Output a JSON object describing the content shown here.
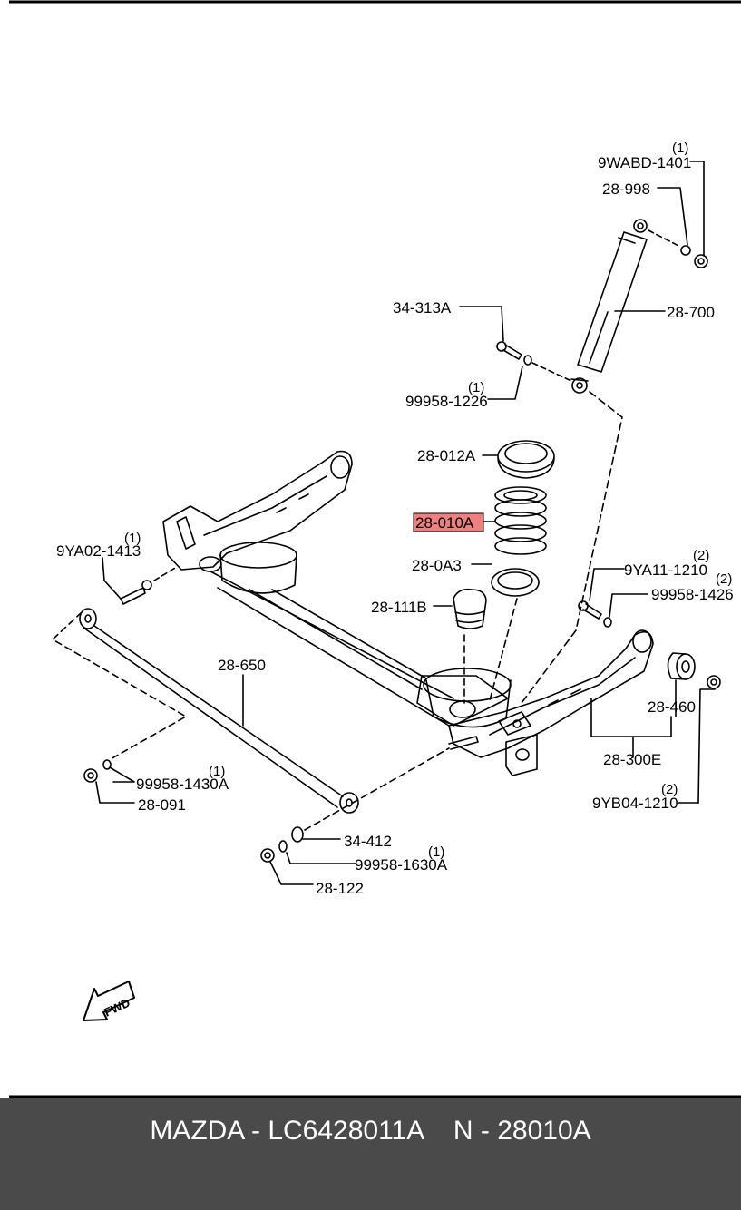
{
  "diagram": {
    "labels": {
      "9wabd_1401": "9WABD-1401",
      "9wabd_1401_qty": "(1)",
      "p28_998": "28-998",
      "p34_313a": "34-313A",
      "p28_700": "28-700",
      "p99958_1226": "99958-1226",
      "p99958_1226_qty": "(1)",
      "p28_012a": "28-012A",
      "p28_010a": "28-010A",
      "p28_0a3": "28-0A3",
      "p28_111b": "28-111B",
      "p9ya02_1413": "9YA02-1413",
      "p9ya02_1413_qty": "(1)",
      "p9ya11_1210": "9YA11-1210",
      "p9ya11_1210_qty": "(2)",
      "p99958_1426": "99958-1426",
      "p99958_1426_qty": "(2)",
      "p28_650": "28-650",
      "p28_460": "28-460",
      "p28_300e": "28-300E",
      "p99958_1430a": "99958-1430A",
      "p99958_1430a_qty": "(1)",
      "p28_091": "28-091",
      "p9yb04_1210": "9YB04-1210",
      "p9yb04_1210_qty": "(2)",
      "p34_412": "34-412",
      "p99958_1630a": "99958-1630A",
      "p99958_1630a_qty": "(1)",
      "p28_122": "28-122",
      "fwd": "FWD"
    },
    "highlight_color": "#f08080"
  },
  "footer": {
    "text": "MAZDA - LC6428011A    N - 28010A"
  }
}
